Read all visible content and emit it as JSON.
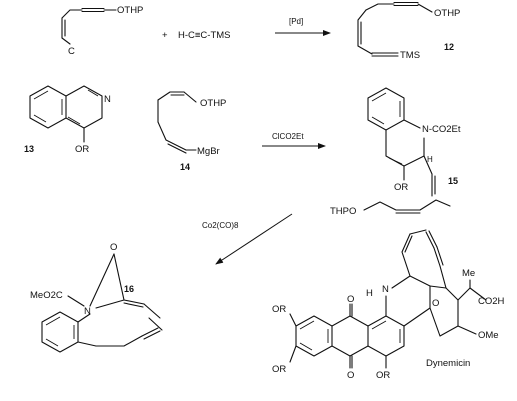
{
  "row1": {
    "reactant_a": {
      "group_top": "OTHP",
      "group_bottom": "C"
    },
    "plus_sign": "+",
    "reactant_b": "H-C≡C-TMS",
    "reagent": "[Pd]",
    "product": {
      "group_top": "OTHP",
      "group_bottom": "TMS",
      "number": "12"
    }
  },
  "row2": {
    "quinoline": {
      "atom_n": "N",
      "substituent": "OR",
      "number": "13"
    },
    "grignard": {
      "group_top": "OTHP",
      "group_bottom": "MgBr",
      "number": "14"
    },
    "reagent": "ClCO2Et",
    "product": {
      "n_group": "N-CO2Et",
      "atom_h": "H",
      "substituent": "OR",
      "side_chain": "THPO",
      "number": "15"
    }
  },
  "row3": {
    "reagent": "Co2(CO)8",
    "macrocycle": {
      "group": "MeO2C",
      "atom_n": "N",
      "atom_o": "O",
      "number": "16"
    },
    "dynemicin": {
      "name": "Dynemicin",
      "atom_h": "H",
      "atom_n": "N",
      "atom_o": "O",
      "sub_me": "Me",
      "sub_cooh": "CO2H",
      "sub_ome": "OMe",
      "quinone_o_top": "O",
      "quinone_o_bottom": "O",
      "or_left_top": "OR",
      "or_left_bottom": "OR",
      "or_center": "OR"
    }
  }
}
